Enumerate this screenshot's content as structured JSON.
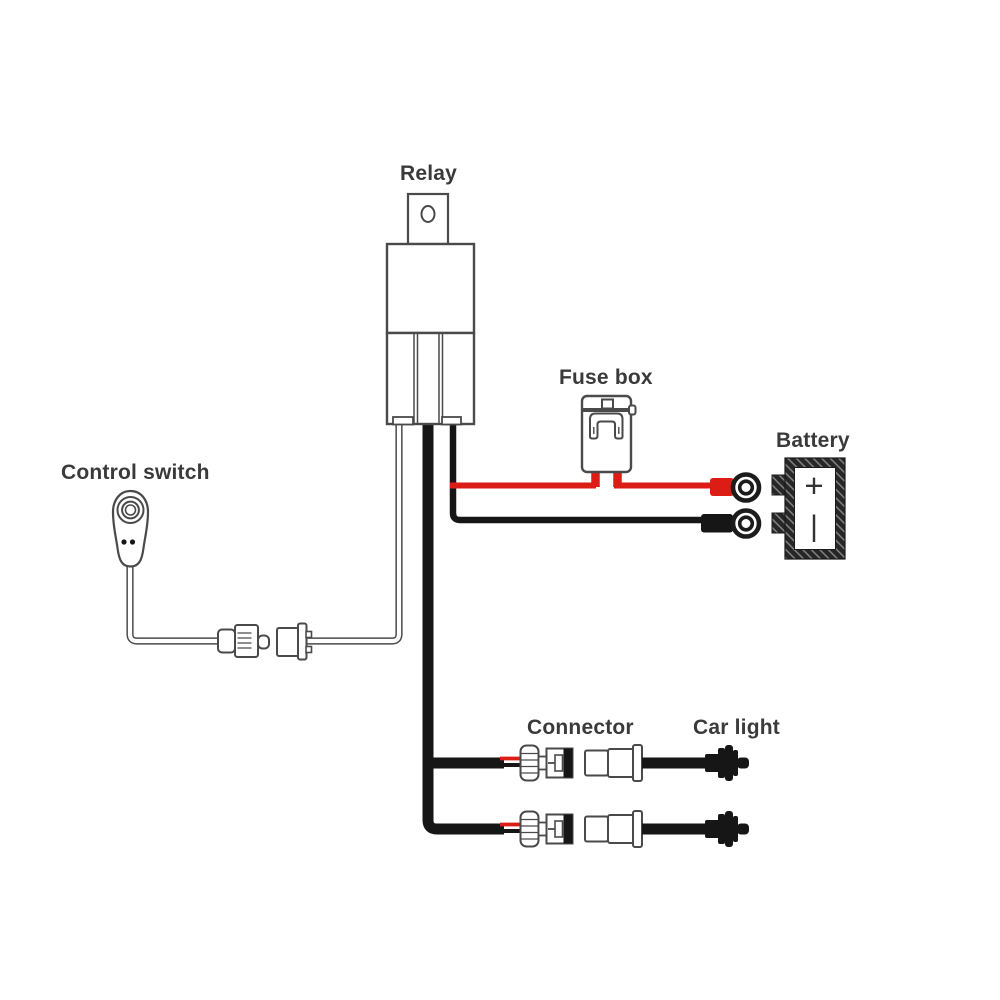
{
  "title": "Car light relay wiring harness diagram",
  "labels": {
    "relay": "Relay",
    "fuse_box": "Fuse box",
    "battery": "Battery",
    "control_switch": "Control switch",
    "connector": "Connector",
    "car_light": "Car light"
  },
  "battery": {
    "positive_symbol": "+",
    "negative_symbol": "|"
  },
  "colors": {
    "background": "#ffffff",
    "line": "#4a4a4a",
    "text": "#3a3a3a",
    "wire_red": "#dc1d15",
    "wire_black": "#161616",
    "hatch_dark": "#262626",
    "hatch_light": "#8a8a8a"
  },
  "components": [
    "relay",
    "fuse_box",
    "battery",
    "control_switch",
    "switch_connector_pair",
    "output_connector_pair_1",
    "output_connector_pair_2",
    "car_light_plug_1",
    "car_light_plug_2",
    "ring_terminal_positive",
    "ring_terminal_negative"
  ],
  "wires": [
    {
      "name": "switch-lead",
      "color": "gray",
      "from": "control_switch",
      "to": "switch_connector_male"
    },
    {
      "name": "relay-trigger-lead",
      "color": "gray",
      "from": "relay",
      "to": "switch_connector_female"
    },
    {
      "name": "power-wire",
      "color": "red",
      "from": "relay",
      "via": "fuse_box",
      "to": "battery_positive_ring_terminal"
    },
    {
      "name": "ground-wire",
      "color": "black",
      "from": "relay",
      "to": "battery_negative_ring_terminal"
    },
    {
      "name": "output-harness",
      "color": "black",
      "from": "relay",
      "to": "output_connectors",
      "branches": 2
    },
    {
      "name": "light-lead-1",
      "color": "black",
      "from": "output_connector_1",
      "to": "car_light_plug_1"
    },
    {
      "name": "light-lead-2",
      "color": "black",
      "from": "output_connector_2",
      "to": "car_light_plug_2"
    }
  ]
}
